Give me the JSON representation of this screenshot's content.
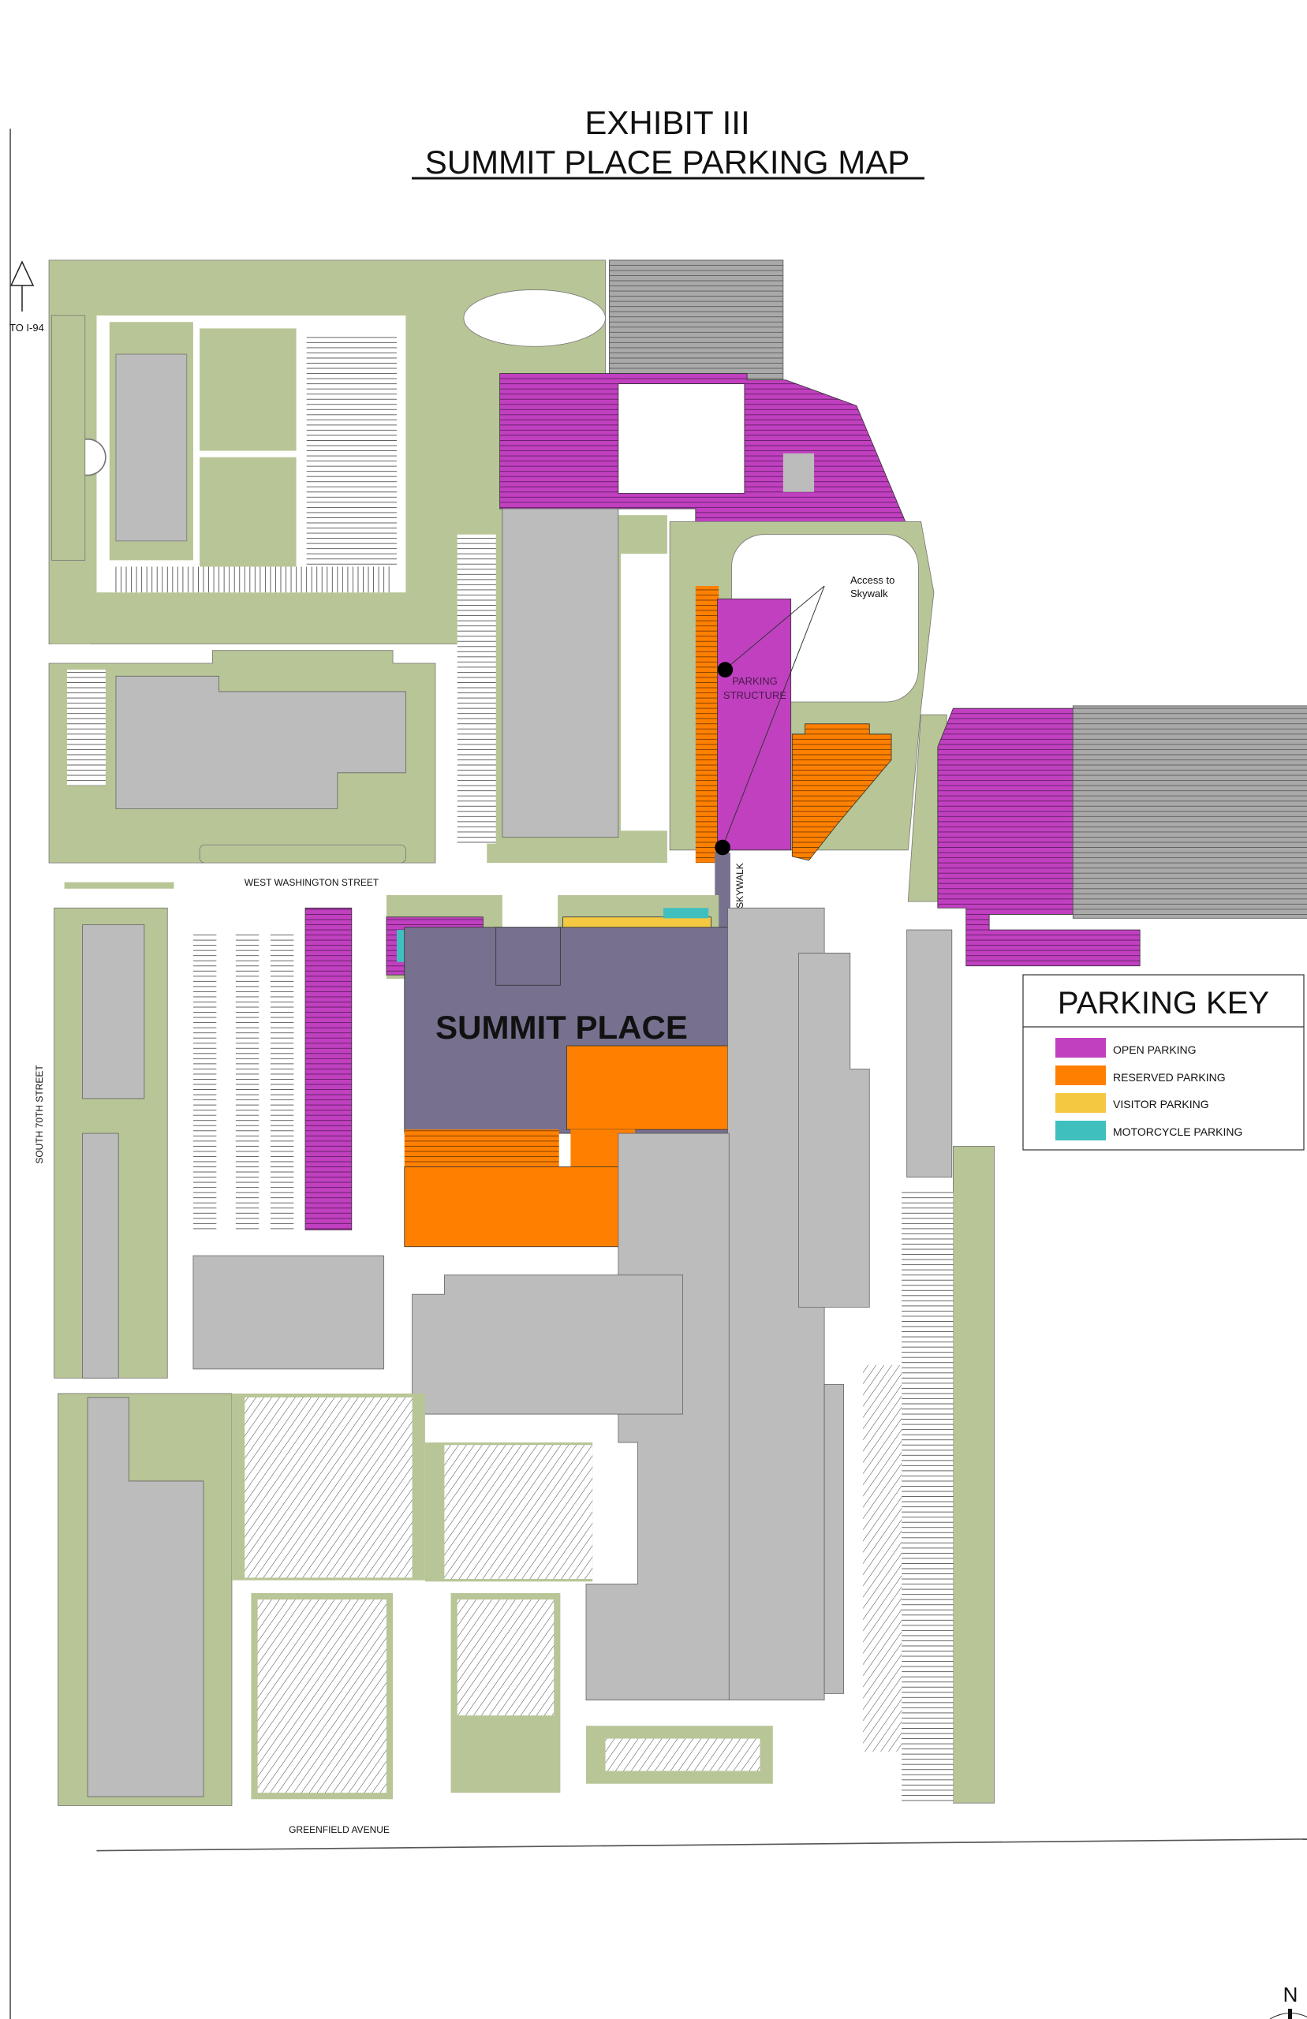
{
  "title": {
    "line1": "EXHIBIT III",
    "line2": "SUMMIT PLACE PARKING MAP"
  },
  "labels": {
    "to_highway": "TO I-94",
    "west_washington": "WEST WASHINGTON STREET",
    "south_70th": "SOUTH 70TH STREET",
    "greenfield": "GREENFIELD AVENUE",
    "skywalk": "SKYWALK",
    "parking_structure_1": "PARKING",
    "parking_structure_2": "STRUCTURE",
    "access_1": "Access to",
    "access_2": "Skywalk",
    "building": "SUMMIT PLACE",
    "north": "N"
  },
  "legend": {
    "title": "PARKING KEY",
    "items": [
      {
        "label": "OPEN PARKING",
        "color": "#c040c0"
      },
      {
        "label": "RESERVED PARKING",
        "color": "#ff8000"
      },
      {
        "label": "VISITOR PARKING",
        "color": "#f5c842"
      },
      {
        "label": "MOTORCYCLE PARKING",
        "color": "#40bfbf"
      }
    ]
  },
  "colors": {
    "green": "#b8c596",
    "gray": "#bcbcbc",
    "lot_gray": "#a9a9a9",
    "building_dark": "#77718f"
  }
}
